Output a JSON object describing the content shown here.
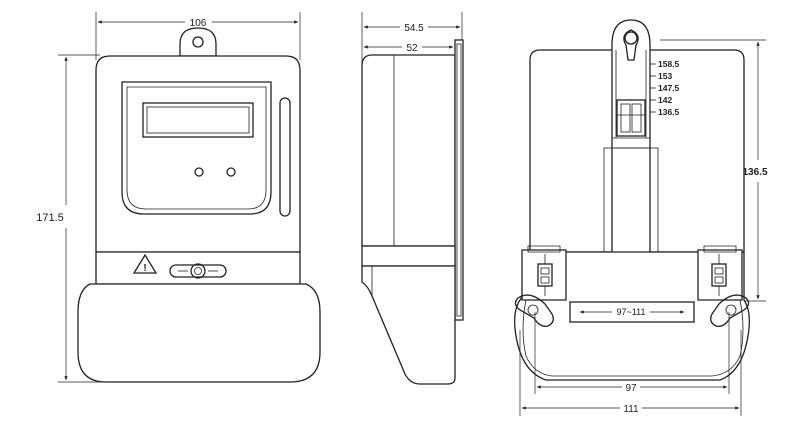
{
  "front_view": {
    "width_label": "106",
    "height_label": "171.5"
  },
  "side_view": {
    "depth_outer_label": "54.5",
    "depth_inner_label": "52"
  },
  "rear_view": {
    "hook_levels": [
      "158.5",
      "153",
      "147.5",
      "142",
      "136.5"
    ],
    "hole_height_label": "136.5",
    "slot_range_label": "97~111",
    "inner_width_label": "97",
    "outer_width_label": "111"
  }
}
